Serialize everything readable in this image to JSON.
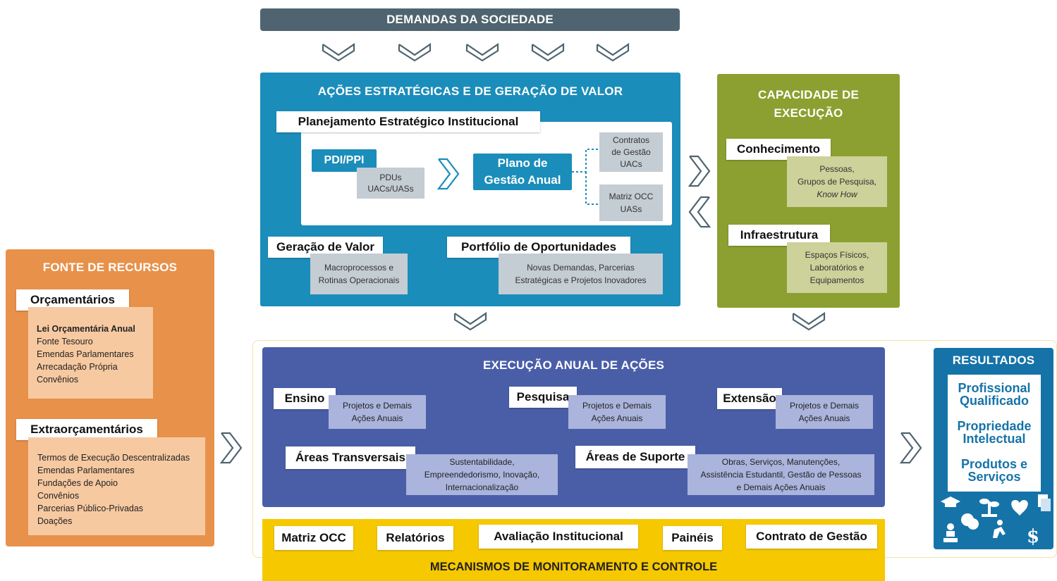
{
  "demandas": {
    "title": "DEMANDAS DA SOCIEDADE"
  },
  "acoes": {
    "title": "AÇÕES ESTRATÉGICAS E DE GERAÇÃO DE VALOR",
    "planejamento": "Planejamento Estratégico Institucional",
    "pdi": "PDI/PPI",
    "pdus": [
      "PDUs",
      "UACs/UASs"
    ],
    "plano": [
      "Plano de",
      "Gestão Anual"
    ],
    "contratos": [
      "Contratos",
      "de Gestão",
      "UACs"
    ],
    "matriz": [
      "Matriz OCC",
      "UASs"
    ],
    "geracao": "Geração de Valor",
    "geracao_note": [
      "Macroprocessos e",
      "Rotinas Operacionais"
    ],
    "portfolio": "Portfólio de Oportunidades",
    "portfolio_note": [
      "Novas Demandas, Parcerias",
      "Estratégicas e Projetos Inovadores"
    ]
  },
  "capacidade": {
    "title": [
      "CAPACIDADE DE",
      "EXECUÇÃO"
    ],
    "conhecimento": "Conhecimento",
    "conhecimento_note": [
      "Pessoas,",
      "Grupos de Pesquisa,",
      "Know How"
    ],
    "infra": "Infraestrutura",
    "infra_note": [
      "Espaços Físicos,",
      "Laboratórios e",
      "Equipamentos"
    ]
  },
  "fonte": {
    "title": "FONTE DE RECURSOS",
    "orcamentarios": "Orçamentários",
    "orc_items": [
      "Lei Orçamentária Anual",
      "Fonte Tesouro",
      "Emendas Parlamentares",
      "Arrecadação Própria",
      "Convênios"
    ],
    "extra": "Extraorçamentários",
    "extra_items": [
      "Termos de Execução Descentralizadas",
      "Emendas Parlamentares",
      "Fundações de Apoio",
      "Convênios",
      "Parcerias Público-Privadas",
      "Doações"
    ]
  },
  "execucao": {
    "title": "EXECUÇÃO ANUAL DE AÇÕES",
    "ensino": "Ensino",
    "pesquisa": "Pesquisa",
    "extensao": "Extensão",
    "proj_note": [
      "Projetos e Demais",
      "Ações Anuais"
    ],
    "transversais": "Áreas Transversais",
    "transversais_note": [
      "Sustentabilidade,",
      "Empreendedorismo, Inovação,",
      "Internacionalização"
    ],
    "suporte": "Áreas de Suporte",
    "suporte_note": [
      "Obras, Serviços, Manutenções,",
      "Assistência Estudantil, Gestão de Pessoas",
      "e Demais Ações Anuais"
    ]
  },
  "resultados": {
    "title": "RESULTADOS",
    "items": [
      [
        "Profissional",
        "Qualificado"
      ],
      [
        "Propriedade",
        "Intelectual"
      ],
      [
        "Produtos e",
        "Serviços"
      ]
    ]
  },
  "monitoramento": {
    "title": "MECANISMOS DE MONITORAMENTO E CONTROLE",
    "tags": [
      "Matriz OCC",
      "Relatórios",
      "Avaliação Institucional",
      "Painéis",
      "Contrato de Gestão"
    ]
  },
  "colors": {
    "slate": "#4f6470",
    "teal": "#1b8dba",
    "olive": "#8ba030",
    "orange": "#e8914a",
    "indigo": "#4a5ea8",
    "yellow": "#f6c800",
    "results": "#1573a8"
  }
}
